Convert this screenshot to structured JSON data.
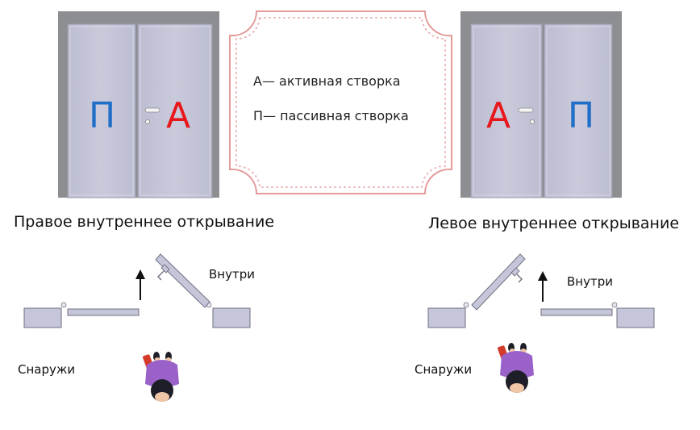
{
  "colors": {
    "active_letter": "#e8171c",
    "passive_letter": "#1f6fc8",
    "door_fill": "#c5c6d9",
    "frame_fill": "#8d8e92",
    "legend_border": "#e49a9a",
    "person_shirt": "#9a62c9",
    "person_bag": "#d43b2a",
    "person_hair": "#1e1e28"
  },
  "left_door": {
    "left_leaf_letter": "П",
    "right_leaf_letter": "А",
    "caption": "Правое внутреннее открывание"
  },
  "right_door": {
    "left_leaf_letter": "А",
    "right_leaf_letter": "П",
    "caption": "Левое внутреннее открывание"
  },
  "legend": {
    "active_line": "А— активная створка",
    "passive_line": "П— пассивная створка"
  },
  "left_plan": {
    "inside_label": "Внутри",
    "outside_label": "Снаружи"
  },
  "right_plan": {
    "inside_label": "Внутри",
    "outside_label": "Снаружи"
  },
  "icons": [
    "door-handle-icon",
    "direction-arrow-icon",
    "person-icon"
  ]
}
